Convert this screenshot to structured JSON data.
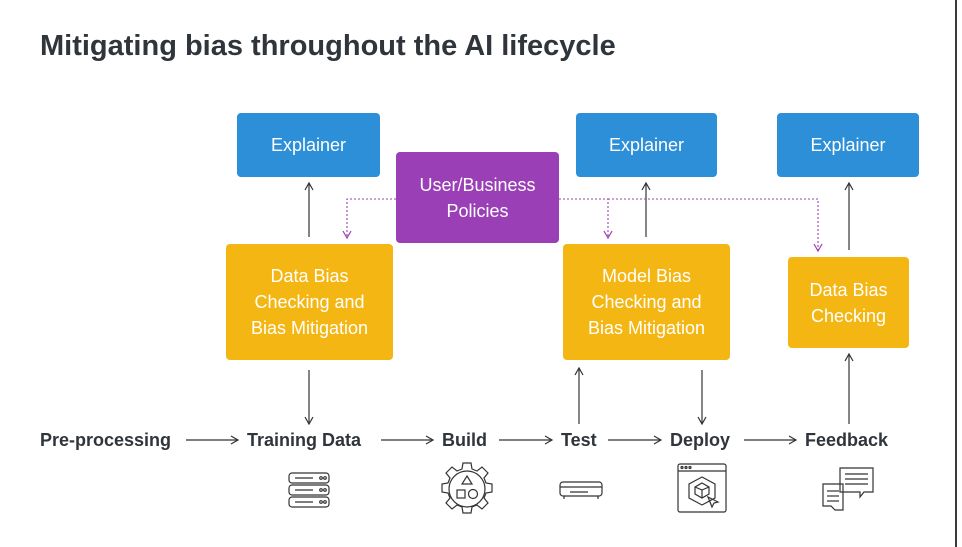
{
  "title": "Mitigating bias throughout the AI lifecycle",
  "boxes": {
    "explainer_1": "Explainer",
    "explainer_2": "Explainer",
    "explainer_3": "Explainer",
    "policies": "User/Business\nPolicies",
    "data_bias_mitigation": "Data Bias\nChecking and\nBias Mitigation",
    "model_bias_mitigation": "Model Bias\nChecking and\nBias Mitigation",
    "data_bias_checking": "Data Bias\nChecking"
  },
  "stages": [
    "Pre-processing",
    "Training Data",
    "Build",
    "Test",
    "Deploy",
    "Feedback"
  ],
  "icons": [
    "server-icon",
    "gear-shapes-icon",
    "device-icon",
    "deploy-cube-icon",
    "chat-feedback-icon"
  ],
  "colors": {
    "explainer": "#2d8fd8",
    "bias_check": "#f4b612",
    "policies": "#9a3fb6",
    "policy_link": "#9a3fb6"
  }
}
